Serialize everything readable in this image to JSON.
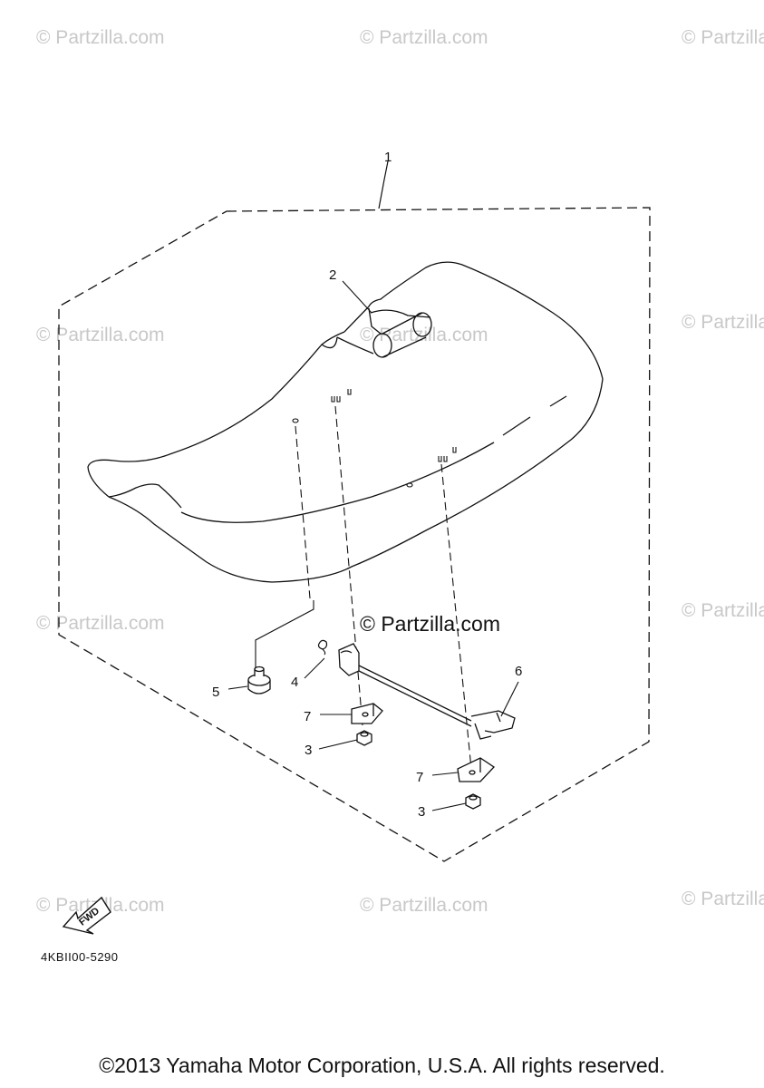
{
  "watermark": "© Partzilla.com",
  "watermark_center": "© Partzilla.com",
  "callouts": {
    "c1": "1",
    "c2": "2",
    "c3a": "3",
    "c3b": "3",
    "c4": "4",
    "c5": "5",
    "c6": "6",
    "c7a": "7",
    "c7b": "7"
  },
  "fwd_label": "FWD",
  "diagram_code": "4KBII00-5290",
  "copyright": "©2013 Yamaha Motor Corporation, U.S.A. All rights reserved."
}
